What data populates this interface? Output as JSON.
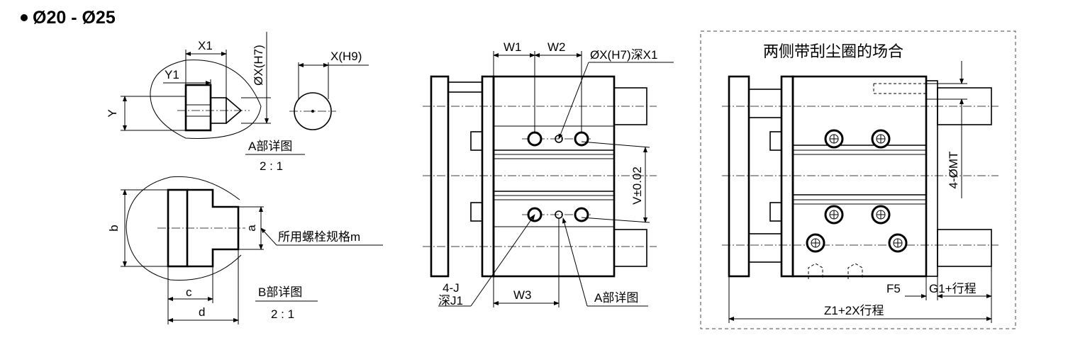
{
  "heading": "Ø20 - Ø25",
  "detail_a": {
    "x1": "X1",
    "y1": "Y1",
    "y": "Y",
    "phi_x_h7": "ØX(H7)",
    "x_h9": "X(H9)",
    "title": "A部详图",
    "scale": "2 : 1"
  },
  "detail_b": {
    "b": "b",
    "a": "a",
    "c": "c",
    "d": "d",
    "bolt_spec": "所用螺栓规格m",
    "title": "B部详图",
    "scale": "2 : 1"
  },
  "front_view": {
    "w1": "W1",
    "w2": "W2",
    "w3": "W3",
    "hole_spec": "ØX(H7)深X1",
    "v_tol": "V±0.02",
    "tap_line1": "4-J",
    "tap_line2": "深J1",
    "detail_a_ref": "A部详图"
  },
  "wiper_view": {
    "title": "两侧带刮尘圈的场合",
    "mt": "4-ØMT",
    "f5": "F5",
    "g1": "G1+行程",
    "z1": "Z1+2X行程"
  }
}
